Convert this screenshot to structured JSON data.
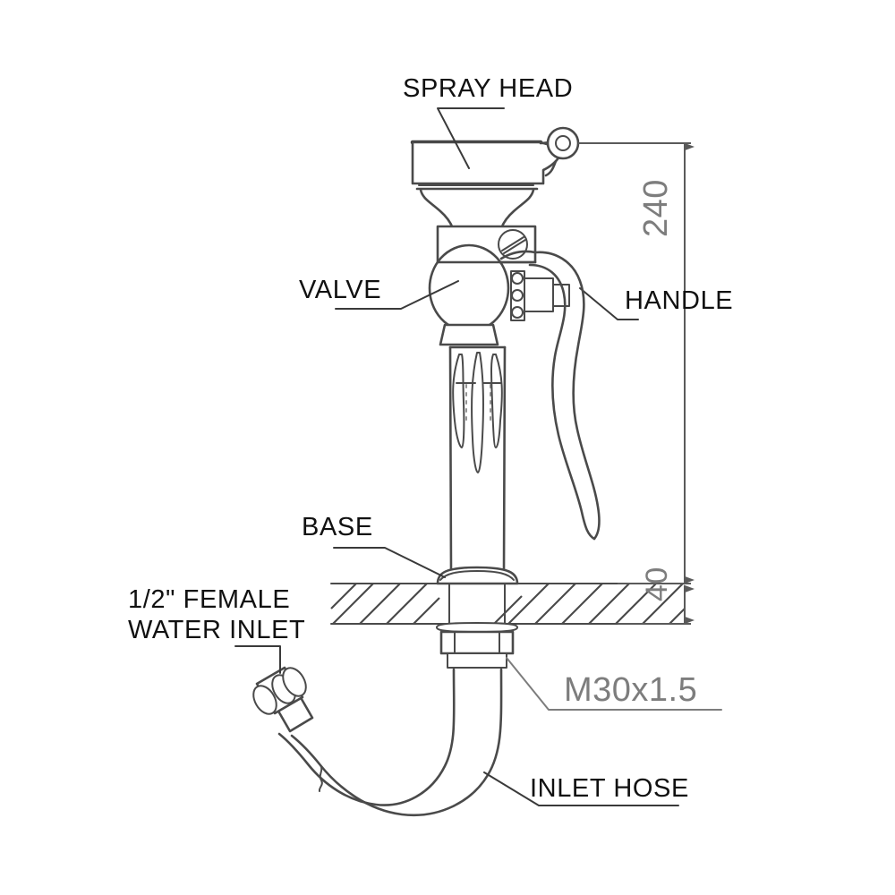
{
  "drawing": {
    "title": "Faucet Assembly Technical Drawing",
    "background_color": "#ffffff",
    "line_color": "#4a4a4a",
    "label_color": "#111111",
    "dimension_color": "#7d7d7d"
  },
  "labels": {
    "spray_head": "SPRAY HEAD",
    "valve": "VALVE",
    "handle": "HANDLE",
    "base": "BASE",
    "water_inlet_line1": "1/2\"  FEMALE",
    "water_inlet_line2": "WATER INLET",
    "inlet_hose": "INLET HOSE",
    "thread_spec": "M30x1.5"
  },
  "dimensions": {
    "height_above_counter": "240",
    "depth_below_counter": "40"
  }
}
